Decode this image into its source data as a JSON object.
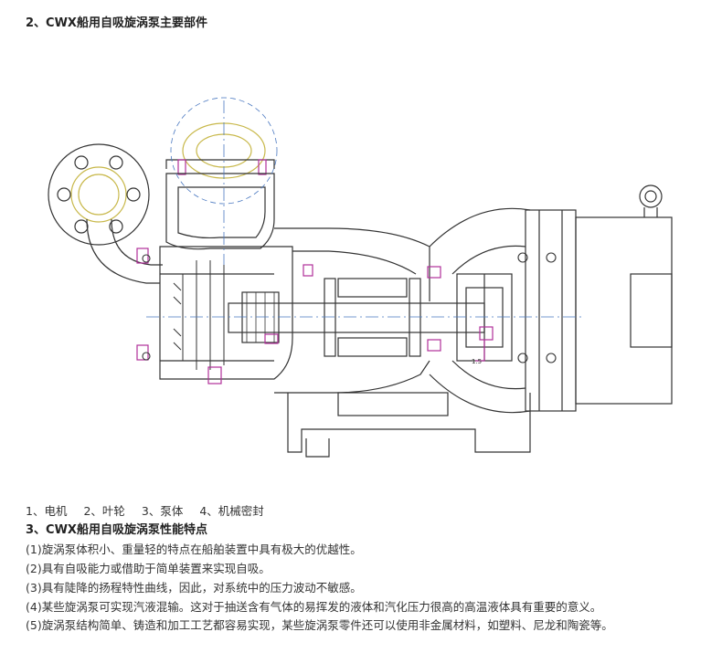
{
  "section2": {
    "title": "2、CWX船用自吸旋涡泵主要部件"
  },
  "drawing": {
    "annotation": "1.5"
  },
  "parts": [
    {
      "label": "1、电机"
    },
    {
      "label": "2、叶轮"
    },
    {
      "label": "3、泵体"
    },
    {
      "label": "4、机械密封"
    }
  ],
  "section3": {
    "title": "3、CWX船用自吸旋涡泵性能特点",
    "items": [
      "(1)旋涡泵体积小、重量轻的特点在船舶装置中具有极大的优越性。",
      "(2)具有自吸能力或借助于简单装置来实现自吸。",
      "(3)具有陡降的扬程特性曲线，因此，对系统中的压力波动不敏感。",
      "(4)某些旋涡泵可实现汽液混输。这对于抽送含有气体的易挥发的液体和汽化压力很高的高温液体具有重要的意义。",
      "(5)旋涡泵结构简单、铸造和加工工艺都容易实现，某些旋涡泵零件还可以使用非金属材料，如塑料、尼龙和陶瓷等。"
    ]
  },
  "colors": {
    "line": "#333333",
    "accent": "#b0309a",
    "centerline": "#4a78c0",
    "flange": "#c8b84a"
  }
}
